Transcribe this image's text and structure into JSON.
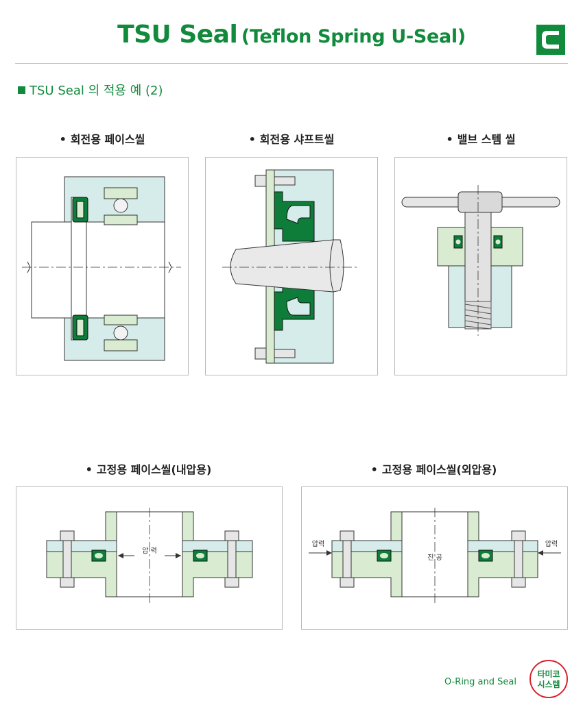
{
  "header": {
    "title_main": "TSU Seal",
    "title_sub": "(Teflon Spring U-Seal)"
  },
  "section": {
    "heading": "TSU Seal 의 적용 예 (2)"
  },
  "figures": [
    {
      "caption": "회전용 페이스씰"
    },
    {
      "caption": "회전용 샤프트씰"
    },
    {
      "caption": "밸브 스템 씰"
    },
    {
      "caption": "고정용 페이스씰(내압용)",
      "labels": {
        "pressure": "압 력"
      }
    },
    {
      "caption": "고정용 페이스씰(외압용)",
      "labels": {
        "pressure_left": "압력",
        "pressure_right": "압력",
        "vacuum": "진 공"
      }
    }
  ],
  "footer": {
    "tagline": "O-Ring and Seal",
    "stamp_line1": "타미코",
    "stamp_line2": "시스템"
  },
  "colors": {
    "brand_green": "#118a3c",
    "seal_green": "#0e7d3a",
    "housing_teal": "#d5ecea",
    "part_green": "#d9ecd2"
  }
}
